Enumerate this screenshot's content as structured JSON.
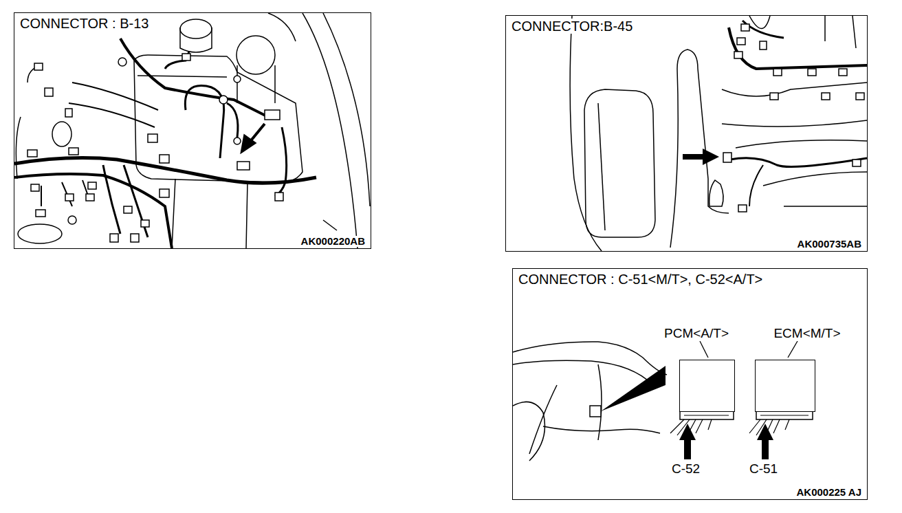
{
  "diagram": {
    "nodes": [
      {
        "text": [
          "CONNECTOR : B-13",
          "AK000220AB"
        ]
      },
      {
        "text": [
          "CONNECTOR:B-45",
          "AK000735AB"
        ]
      },
      {
        "text": [
          "CONNECTOR : C-51<M/T>, C-52<A/T>",
          "AK000225 AJ"
        ]
      },
      {
        "text": [
          "PCM<A/T>"
        ],
        "in": 2
      },
      {
        "text": [
          "ECM<M/T>"
        ],
        "in": 2
      }
    ],
    "labels": [
      "C-52",
      "C-51"
    ]
  }
}
